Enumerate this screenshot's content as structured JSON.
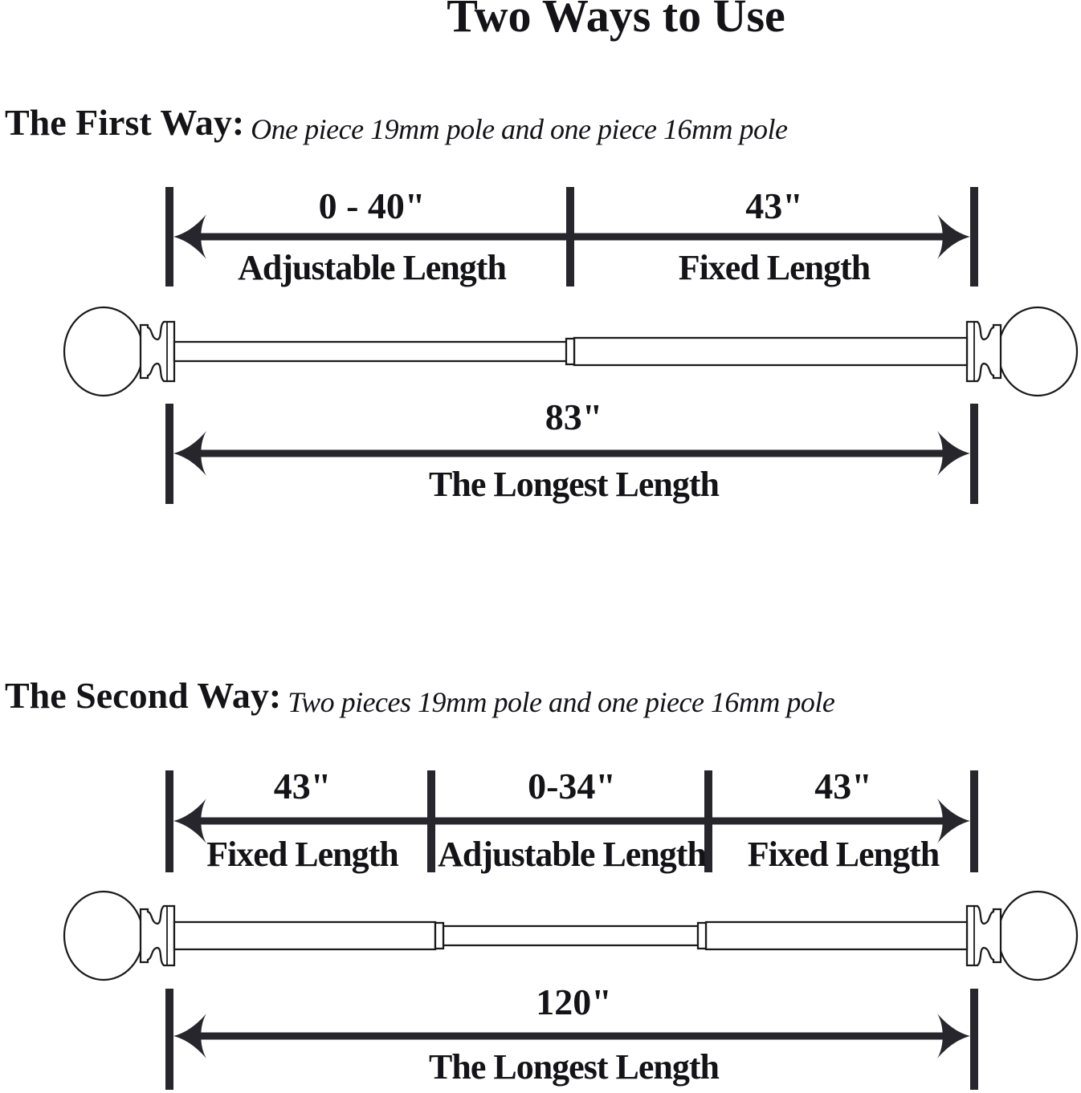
{
  "title": "Two Ways to Use",
  "way1": {
    "heading": "The First Way:",
    "note": "One piece 19mm pole and one piece 16mm pole",
    "segments": [
      {
        "value": "0 - 40\"",
        "label": "Adjustable Length"
      },
      {
        "value": "43\"",
        "label": "Fixed Length"
      }
    ],
    "total_value": "83\"",
    "total_label": "The Longest Length"
  },
  "way2": {
    "heading": "The Second Way:",
    "note": "Two pieces 19mm pole and one piece 16mm pole",
    "segments": [
      {
        "value": "43\"",
        "label": "Fixed Length"
      },
      {
        "value": "0-34\"",
        "label": "Adjustable Length"
      },
      {
        "value": "43\"",
        "label": "Fixed Length"
      }
    ],
    "total_value": "120\"",
    "total_label": "The Longest Length"
  },
  "colors": {
    "ink": "#26262c",
    "outline": "#1a1a1a",
    "text": "#141418",
    "background": "#ffffff"
  }
}
